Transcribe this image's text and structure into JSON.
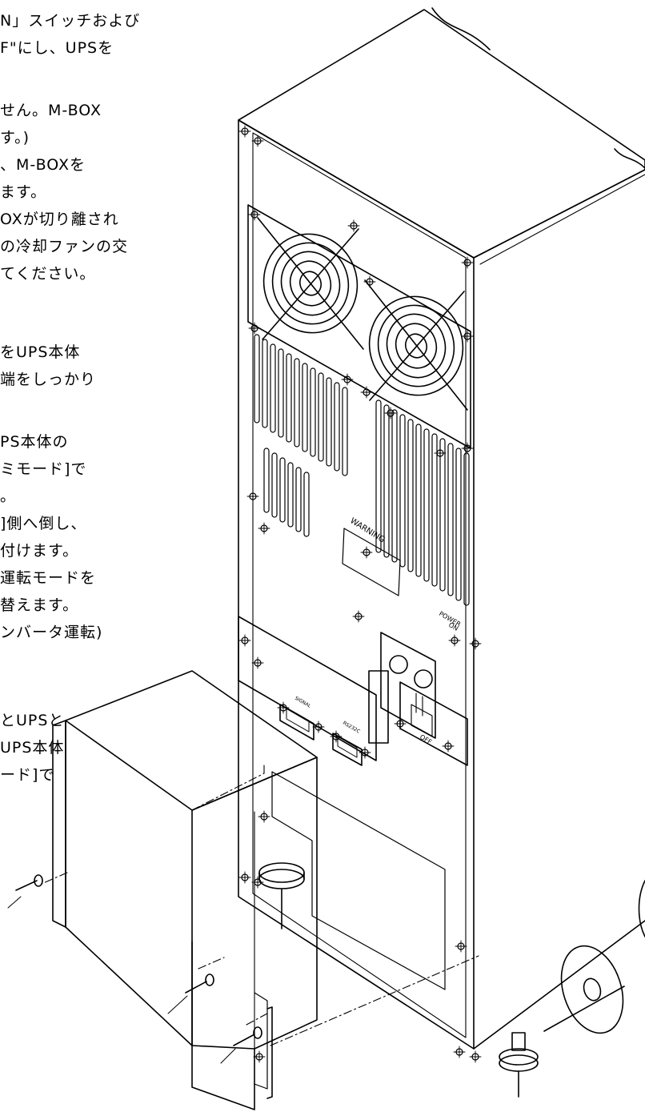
{
  "manual_text": {
    "lines": [
      "N」スイッチおよび",
      "F\"にし、UPSを",
      "",
      "せん。M-BOX",
      "す。)",
      "、M-BOXを",
      "ます。",
      "OXが切り離され",
      "の冷却ファンの交",
      "てください。",
      "",
      "",
      "をUPS本体",
      "端をしっかり",
      "",
      "PS本体の",
      "ミモード]で",
      "。",
      "]側へ倒し、",
      "付けます。",
      "運転モードを",
      "替えます。",
      "ンバータ運転)",
      "",
      "",
      "",
      "とUPSと",
      "UPS本体",
      "ード]で"
    ]
  },
  "drawing_labels": {
    "warning": "WARNING",
    "power": "POWER",
    "on": "ON",
    "off": "OFF",
    "signal": "SIGNAL",
    "rs232c": "RS232C"
  },
  "colors": {
    "line": "#000000",
    "background": "#ffffff"
  }
}
